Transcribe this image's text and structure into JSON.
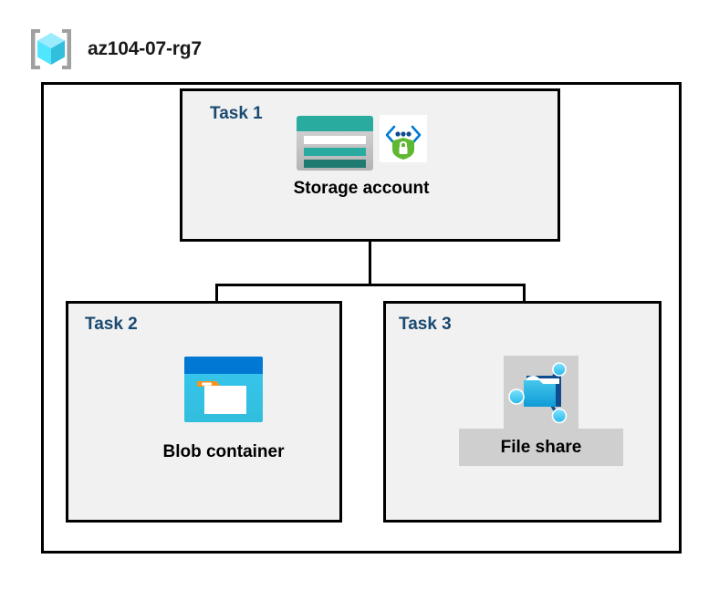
{
  "header": {
    "icon": "resource-group-icon",
    "title": "az104-07-rg7"
  },
  "diagram": {
    "container_name": "resource-group-container",
    "tasks": [
      {
        "id": "task1",
        "label": "Task 1",
        "node_caption": "Storage account",
        "icons": [
          "storage-account-icon",
          "secure-endpoint-icon"
        ],
        "highlighted": false
      },
      {
        "id": "task2",
        "label": "Task 2",
        "node_caption": "Blob container",
        "icons": [
          "blob-container-icon"
        ],
        "highlighted": false
      },
      {
        "id": "task3",
        "label": "Task 3",
        "node_caption": "File share",
        "icons": [
          "file-share-icon"
        ],
        "highlighted": true
      }
    ],
    "connectors": [
      {
        "name": "storage-to-bus",
        "from": "Storage account",
        "to": "distribution-bus"
      },
      {
        "name": "bus-to-blob-container",
        "from": "distribution-bus",
        "to": "Blob container"
      },
      {
        "name": "bus-to-file-share",
        "from": "distribution-bus",
        "to": "File share"
      }
    ]
  },
  "colors": {
    "task_label": "#1a4971",
    "box_border": "#000000",
    "task_fill": "#f1f1f1",
    "container_fill": "#ffffff",
    "selection_highlight": "#cfcfcf",
    "storage_teal": "#2aab9f",
    "storage_teal_dark": "#1f7a70",
    "blob_blue": "#0078d4",
    "blob_cyan": "#32bedd",
    "blob_orange": "#f7941e",
    "fileshare_blue": "#32bedd",
    "shield_green": "#5fb832",
    "endpoint_blue": "#0078d4",
    "rg_cube_light": "#9cebff",
    "rg_cube_mid": "#50e6ff",
    "rg_bracket": "#a0a0a0"
  }
}
